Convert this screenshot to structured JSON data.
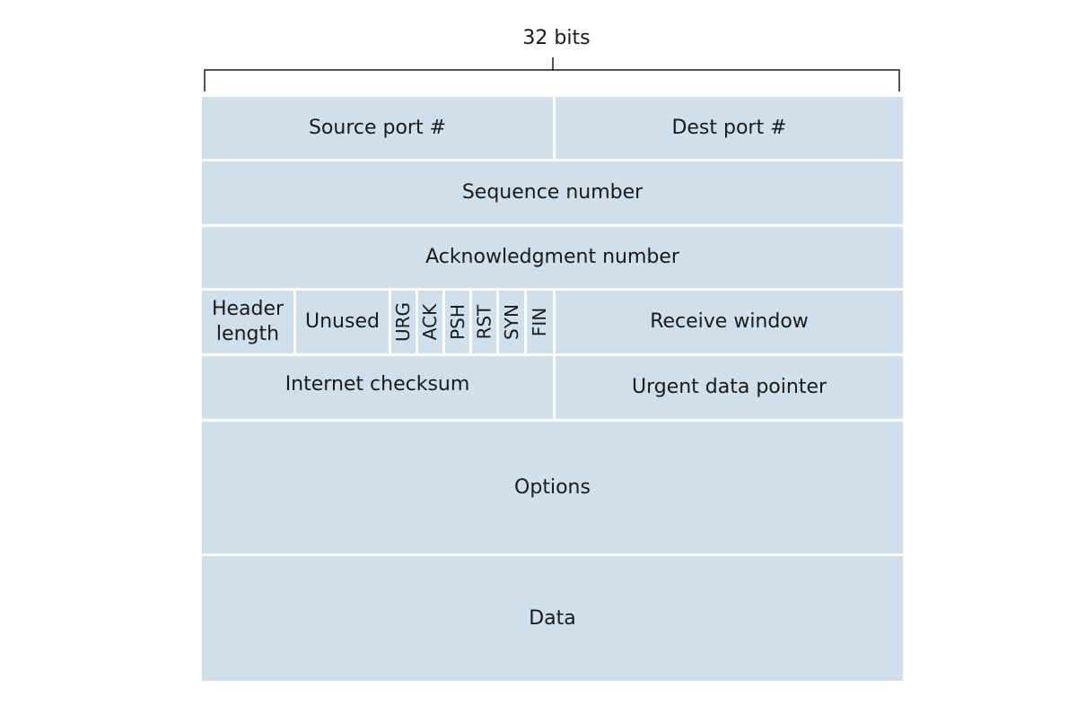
{
  "header": {
    "width_label": "32 bits"
  },
  "fields": {
    "source_port": "Source port #",
    "dest_port": "Dest port #",
    "sequence_number": "Sequence number",
    "ack_number": "Acknowledgment number",
    "header_length": "Header\nlength",
    "unused": "Unused",
    "receive_window": "Receive window",
    "checksum": "Internet checksum",
    "urgent_pointer": "Urgent data pointer",
    "options": "Options",
    "data": "Data"
  },
  "flags": [
    "URG",
    "ACK",
    "PSH",
    "RST",
    "SYN",
    "FIN"
  ],
  "colors": {
    "field_fill": "#cfe0ec",
    "divider": "#ffffff",
    "text": "#1a1a1a"
  }
}
